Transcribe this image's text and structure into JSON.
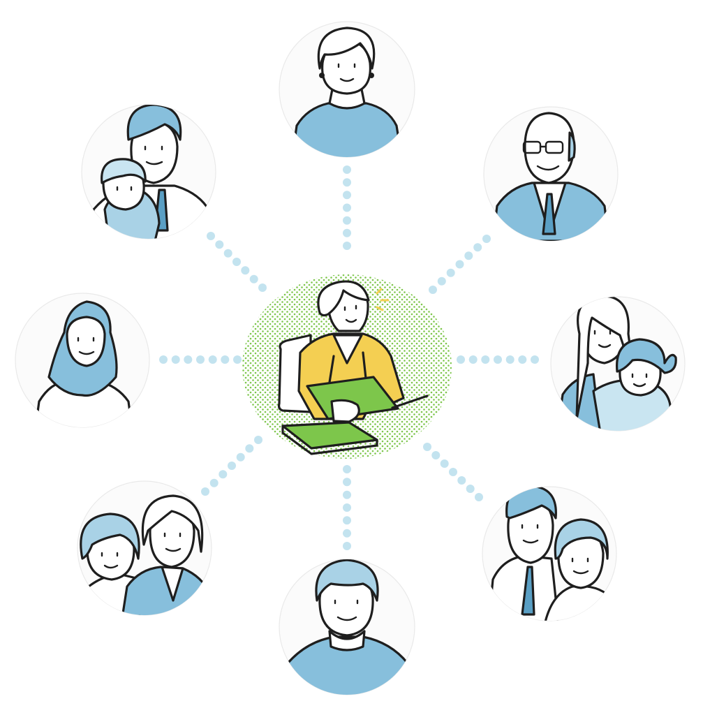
{
  "colors": {
    "accent_blue": "#87bfdc",
    "light_blue": "#c9e5f1",
    "connector_dots": "#c3e3ef",
    "center_green": "#7dc64b",
    "center_yellow": "#f4cf52",
    "ink": "#1e1e1e"
  },
  "center": {
    "figure": "advisor-with-documents"
  },
  "people": [
    {
      "id": "top",
      "figure": "woman-with-earrings"
    },
    {
      "id": "top-right",
      "figure": "elderly-man-in-suit"
    },
    {
      "id": "right",
      "figure": "mother-hugging-child"
    },
    {
      "id": "bottom-right",
      "figure": "man-with-elderly-mother"
    },
    {
      "id": "bottom",
      "figure": "elderly-man"
    },
    {
      "id": "bottom-left",
      "figure": "woman-with-elderly-mother"
    },
    {
      "id": "left",
      "figure": "woman-in-hijab"
    },
    {
      "id": "top-left",
      "figure": "father-holding-baby"
    }
  ]
}
